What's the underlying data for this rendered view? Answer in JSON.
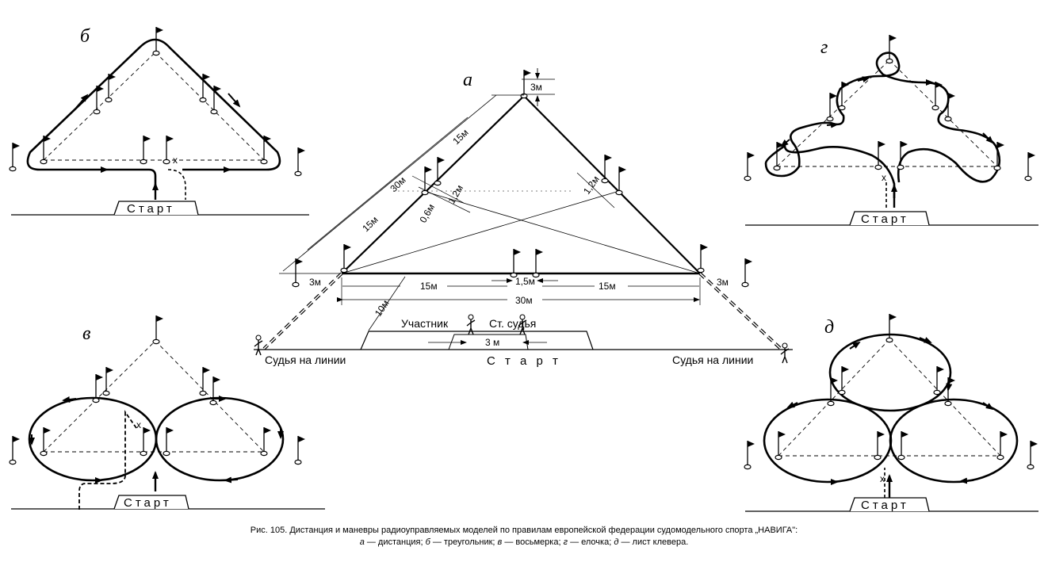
{
  "panels": {
    "a": {
      "letter": "а",
      "start": "С т а р т",
      "dims": {
        "top_3m": "3м",
        "left_3m": "3м",
        "right_3m": "3м",
        "side_30m": "30м",
        "side_upper_15m": "15м",
        "side_lower_15m": "15м",
        "d_06m": "0,6м",
        "d_12m_left": "1,2м",
        "d_12m_right": "1,2м",
        "base_15m_left": "15м",
        "base_15m_right": "15м",
        "base_15m_center": "1,5м",
        "base_30m": "30м",
        "d_10m": "10м",
        "ped_3m": "3 м"
      },
      "labels": {
        "participant": "Участник",
        "chief_judge": "Ст. судья",
        "line_judge_left": "Судья на линии",
        "line_judge_right": "Судья на линии"
      }
    },
    "b": {
      "letter": "б",
      "start": "Старт"
    },
    "v": {
      "letter": "в",
      "start": "Старт"
    },
    "g": {
      "letter": "г",
      "start": "Старт"
    },
    "d": {
      "letter": "д",
      "start": "Старт"
    }
  },
  "caption": {
    "line1": "Рис. 105. Дистанция и маневры радиоуправляемых моделей по правилам европейской федерации судомодельного спорта „НАВИГА\":",
    "k_a": "а",
    "t_a": "— дистанция;",
    "k_b": "б",
    "t_b": "— треугольник;",
    "k_v": "в",
    "t_v": "— восьмерка;",
    "k_g": "г",
    "t_g": "— елочка;",
    "k_d": "д",
    "t_d": "— лист клевера."
  }
}
